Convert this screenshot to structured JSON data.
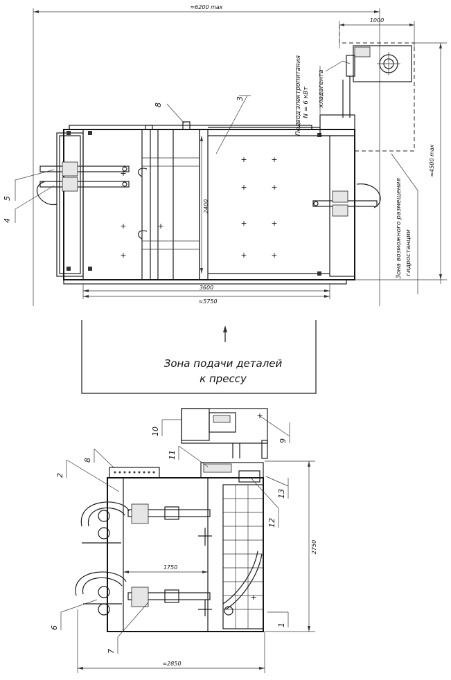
{
  "dimensions": {
    "overall_width_max": "≈6200 max",
    "width_1000": "1000",
    "depth_4500_max": "≈4500 max",
    "height_2400": "2400",
    "length_3600": "3600",
    "length_5750": "≈5750",
    "width_1750": "1750",
    "depth_2750": "2750",
    "width_2850": "≈2850"
  },
  "callouts": {
    "c1": "1",
    "c2": "2",
    "c3": "3",
    "c4": "4",
    "c5": "5",
    "c6": "6",
    "c7": "7",
    "c8_top": "8",
    "c8_bottom": "8",
    "c9": "9",
    "c10": "10",
    "c11": "11",
    "c12": "12",
    "c13": "13"
  },
  "labels": {
    "zone_feed_line1": "Зона подачи деталей",
    "zone_feed_line2": "к прессу",
    "power_supply_line1": "Подвод электропитания",
    "power_supply_line2": "N = 6 кВт",
    "coolant": "хладагента",
    "hydro_zone_line1": "Зона возможного размещения",
    "hydro_zone_line2": "гидростанции"
  }
}
